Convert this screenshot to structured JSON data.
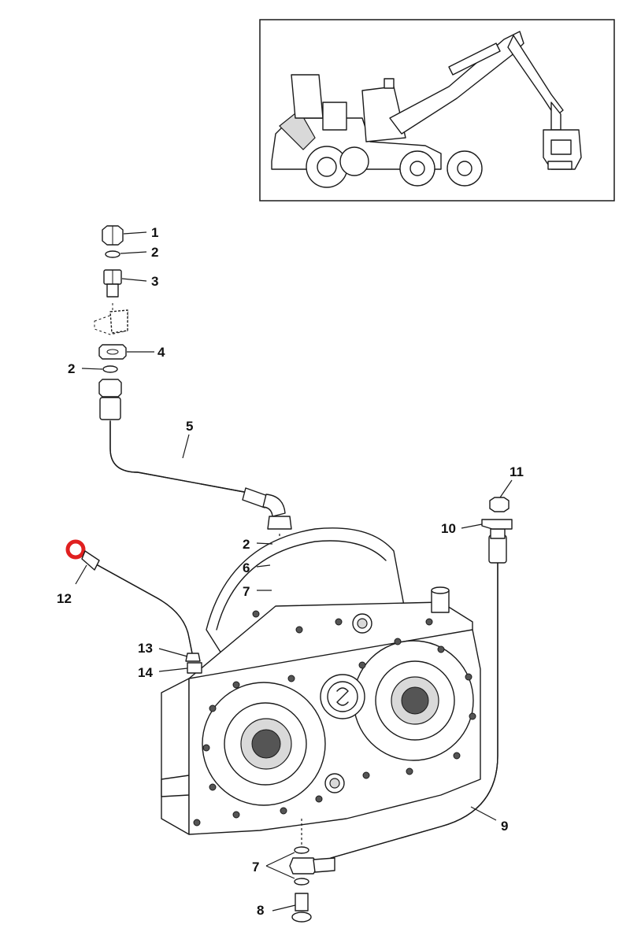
{
  "diagram": {
    "callouts": [
      {
        "id": "c1",
        "label": "1"
      },
      {
        "id": "c2a",
        "label": "2"
      },
      {
        "id": "c3",
        "label": "3"
      },
      {
        "id": "c4",
        "label": "4"
      },
      {
        "id": "c2b",
        "label": "2"
      },
      {
        "id": "c5",
        "label": "5"
      },
      {
        "id": "c11",
        "label": "11"
      },
      {
        "id": "c10",
        "label": "10"
      },
      {
        "id": "c2c",
        "label": "2"
      },
      {
        "id": "c6",
        "label": "6"
      },
      {
        "id": "c7a",
        "label": "7"
      },
      {
        "id": "c12",
        "label": "12"
      },
      {
        "id": "c13",
        "label": "13"
      },
      {
        "id": "c14",
        "label": "14"
      },
      {
        "id": "c9",
        "label": "9"
      },
      {
        "id": "c7b",
        "label": "7"
      },
      {
        "id": "c8",
        "label": "8"
      }
    ],
    "highlight_color": "#e02020",
    "highlighted_part": "12"
  }
}
